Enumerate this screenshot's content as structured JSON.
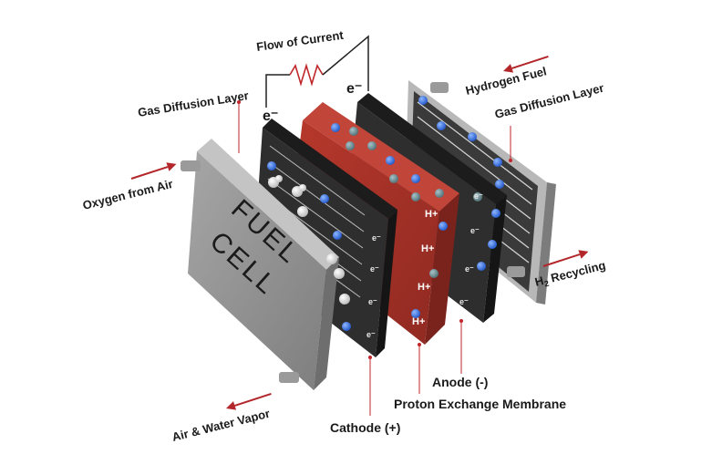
{
  "labels": {
    "flow_of_current": "Flow of Current",
    "gas_diffusion_left": "Gas Diffusion Layer",
    "gas_diffusion_right": "Gas Diffusion Layer",
    "hydrogen_fuel": "Hydrogen Fuel",
    "oxygen_from_air": "Oxygen from Air",
    "h2_recycling_sym": "H",
    "h2_recycling_sub": "2",
    "h2_recycling_rest": " Recycling",
    "air_water_vapor": "Air & Water Vapor",
    "anode": "Anode (-)",
    "pem": "Proton Exchange Membrane",
    "cathode": "Cathode (+)",
    "electron_left": "e⁻",
    "electron_right": "e⁻",
    "plate_line1": "FUEL",
    "plate_line2": "CELL"
  },
  "cathode_electrons": [
    "e⁻",
    "e⁻",
    "e⁻",
    "e⁻"
  ],
  "membrane_ions": [
    "H+",
    "H+",
    "H+",
    "H+"
  ],
  "anode_electrons": [
    "e⁻",
    "e⁻",
    "e⁻",
    "e⁻"
  ],
  "colors": {
    "arrow": "#b3262a",
    "membrane": "#a8322a",
    "layer_dark": "#2c2c2c",
    "plate_gray": "#9a9a9a",
    "ion_blue": "#2f6fe0",
    "ion_gray": "#6f8f96"
  }
}
